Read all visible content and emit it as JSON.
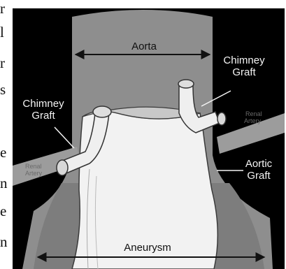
{
  "text_fragments": [
    "r",
    "l",
    "r",
    "s",
    "e",
    "n",
    "e",
    "n"
  ],
  "labels": {
    "aorta": "Aorta",
    "chimney_graft_right_1": "Chimney",
    "chimney_graft_right_2": "Graft",
    "chimney_graft_left_1": "Chimney",
    "chimney_graft_left_2": "Graft",
    "renal_artery_right_1": "Renal",
    "renal_artery_right_2": "Artery",
    "renal_artery_left_1": "Renal",
    "renal_artery_left_2": "Artery",
    "aortic_graft_1": "Aortic",
    "aortic_graft_2": "Graft",
    "aneurysm": "Aneurysm"
  }
}
